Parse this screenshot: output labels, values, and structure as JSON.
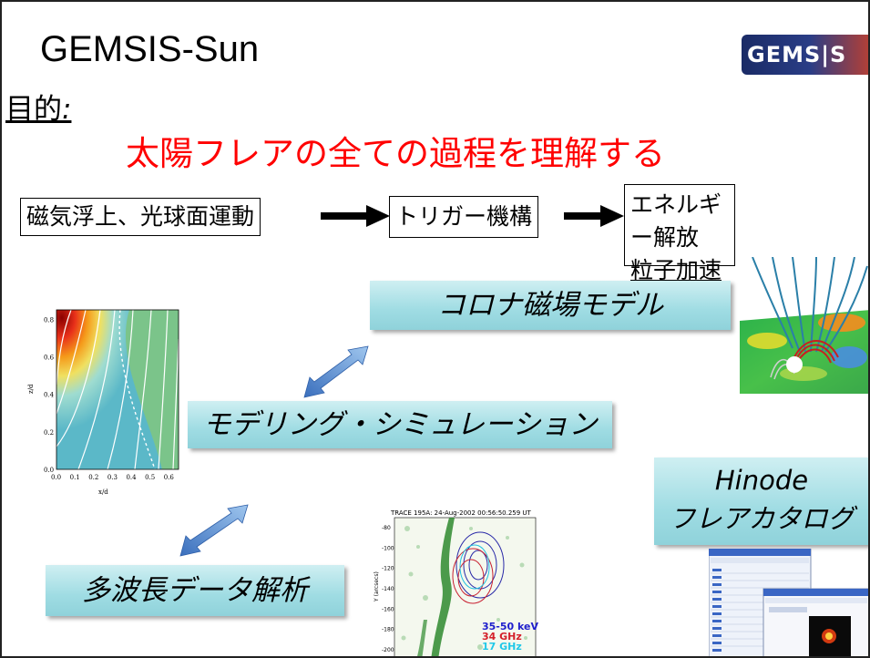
{
  "slide": {
    "title": "GEMSIS-Sun",
    "logo_text": "GEMS|S",
    "purpose_label": "目的",
    "purpose_colon": ":",
    "goal": "太陽フレアの全ての過程を理解する"
  },
  "flow": {
    "step1": "磁気浮上、光球面運動",
    "step2": "トリガー機構",
    "step3_line1": "エネルギー解放",
    "step3_line2": "粒子加速"
  },
  "boxes": {
    "corona": "コロナ磁場モデル",
    "modeling": "モデリング・シミュレーション",
    "multiwave": "多波長データ解析",
    "hinode_line1": "Hinode",
    "hinode_line2": "フレアカタログ"
  },
  "plot_left": {
    "x_ticks": [
      "0.0",
      "0.1",
      "0.2",
      "0.3",
      "0.4",
      "0.5",
      "0.6"
    ],
    "y_ticks": [
      "0.0",
      "0.2",
      "0.4",
      "0.6",
      "0.8"
    ],
    "xlabel": "x/d",
    "ylabel": "z/d"
  },
  "trace_plot": {
    "title": "TRACE 195A:  24-Aug-2002 00:56:50.259 UT",
    "y_ticks": [
      "-80",
      "-100",
      "-120",
      "-140",
      "-160",
      "-180",
      "-200"
    ],
    "ylabel": "Y (arcsecs)",
    "legend": [
      "35-50 keV",
      "34 GHz",
      "17 GHz"
    ]
  },
  "colors": {
    "goal_red": "#ff0000",
    "box_cyan": "#9fdce3",
    "arrow_blue": "#4a7fc6"
  }
}
